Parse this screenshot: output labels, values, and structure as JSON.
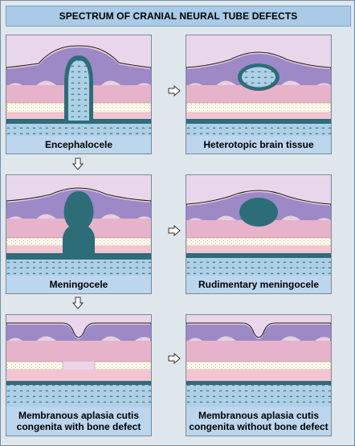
{
  "title": "SPECTRUM OF CRANIAL NEURAL TUBE DEFECTS",
  "panels": [
    {
      "id": "encephalocele",
      "label": "Encephalocele"
    },
    {
      "id": "heterotopic",
      "label": "Heterotopic brain tissue"
    },
    {
      "id": "meningocele",
      "label": "Meningocele"
    },
    {
      "id": "rudimentary",
      "label": "Rudimentary meningocele"
    },
    {
      "id": "aplasia-with",
      "label_line1": "Membranous aplasia cutis",
      "label_line2": "congenita with bone defect"
    },
    {
      "id": "aplasia-without",
      "label_line1": "Membranous aplasia cutis",
      "label_line2": "congenita without bone defect"
    }
  ],
  "colors": {
    "background": "#dfe6ec",
    "banner": "#a9cbe7",
    "label": "#bcd6ee",
    "skin_lavender": "#e9d2e6",
    "dermis_purple": "#9c86c4",
    "subcutis_pink": "#e7b2c9",
    "bone": "#fff9ec",
    "csf": "#b9d7eb",
    "neural_teal": "#2c6d78"
  }
}
